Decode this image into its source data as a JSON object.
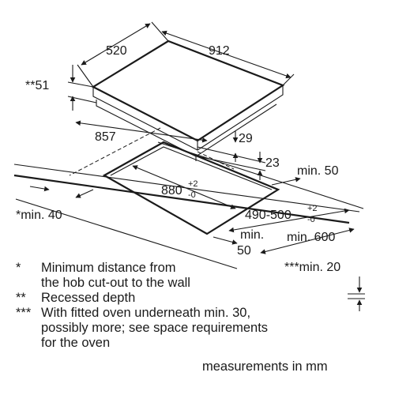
{
  "dimensions": {
    "width_top": "520",
    "depth_top": "912",
    "recessed": "**51",
    "cutout_offset": "857",
    "hob_thickness": "29",
    "lip": "23",
    "cutout_width": {
      "base": "880",
      "tol_plus": "+2",
      "tol_minus": "-0"
    },
    "cutout_depth": {
      "base": "490-500",
      "tol_plus": "+2",
      "tol_minus": "-0"
    },
    "min_50_right": "min. 50",
    "min_40_left": "*min. 40",
    "min_50_front_line1": "min.",
    "min_50_front_line2": "50",
    "min_600": "min. 600",
    "min_20": "***min. 20"
  },
  "legend": [
    {
      "mark": "*",
      "lines": [
        "Minimum distance from",
        "the hob cut-out to the wall"
      ]
    },
    {
      "mark": "**",
      "lines": [
        "Recessed depth"
      ]
    },
    {
      "mark": "***",
      "lines": [
        "With fitted oven underneath min. 30,",
        "possibly more; see space requirements",
        "for the oven"
      ]
    }
  ],
  "units_note": "measurements in mm"
}
